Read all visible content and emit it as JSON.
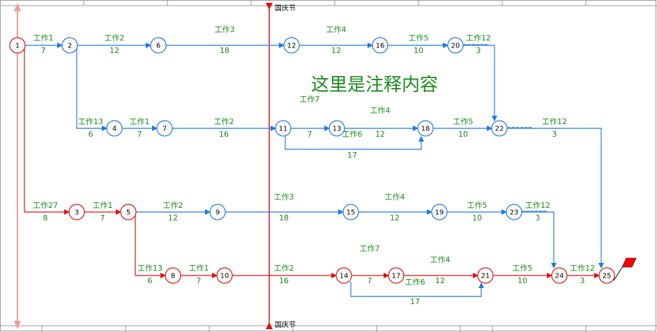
{
  "milestone": {
    "top_label": "国庆节",
    "bottom_label": "国庆节"
  },
  "annotation": "这里是注释内容",
  "colors": {
    "blue": "#1e78e6",
    "red": "#e01010",
    "green": "#1a8a1a",
    "flag": "#ff0000"
  },
  "nodes": [
    "1",
    "2",
    "6",
    "12",
    "16",
    "20",
    "4",
    "7",
    "11",
    "13",
    "18",
    "22",
    "3",
    "5",
    "9",
    "15",
    "19",
    "23",
    "8",
    "10",
    "14",
    "17",
    "21",
    "24",
    "25"
  ],
  "activities": [
    {
      "name": "工作1",
      "dur": "7"
    },
    {
      "name": "工作2",
      "dur": "12"
    },
    {
      "name": "工作3",
      "dur": "18"
    },
    {
      "name": "工作4",
      "dur": "12"
    },
    {
      "name": "工作5",
      "dur": "10"
    },
    {
      "name": "工作12",
      "dur": "3"
    },
    {
      "name": "工作13",
      "dur": "6"
    },
    {
      "name": "工作1",
      "dur": "7"
    },
    {
      "name": "工作2",
      "dur": "16"
    },
    {
      "name": "工作7",
      "dur": "7"
    },
    {
      "name": "工作4",
      "dur": "12"
    },
    {
      "name": "工作6",
      "dur": "17"
    },
    {
      "name": "工作5",
      "dur": "10"
    },
    {
      "name": "工作12",
      "dur": "3"
    },
    {
      "name": "工作27",
      "dur": "8"
    },
    {
      "name": "工作1",
      "dur": "7"
    },
    {
      "name": "工作2",
      "dur": "12"
    },
    {
      "name": "工作3",
      "dur": "18"
    },
    {
      "name": "工作4",
      "dur": "12"
    },
    {
      "name": "工作5",
      "dur": "10"
    },
    {
      "name": "工作12",
      "dur": "3"
    },
    {
      "name": "工作13",
      "dur": "6"
    },
    {
      "name": "工作1",
      "dur": "7"
    },
    {
      "name": "工作2",
      "dur": "16"
    },
    {
      "name": "工作7",
      "dur": "7"
    },
    {
      "name": "工作4",
      "dur": "12"
    },
    {
      "name": "工作6",
      "dur": "17"
    },
    {
      "name": "工作5",
      "dur": "10"
    },
    {
      "name": "工作12",
      "dur": "3"
    }
  ]
}
